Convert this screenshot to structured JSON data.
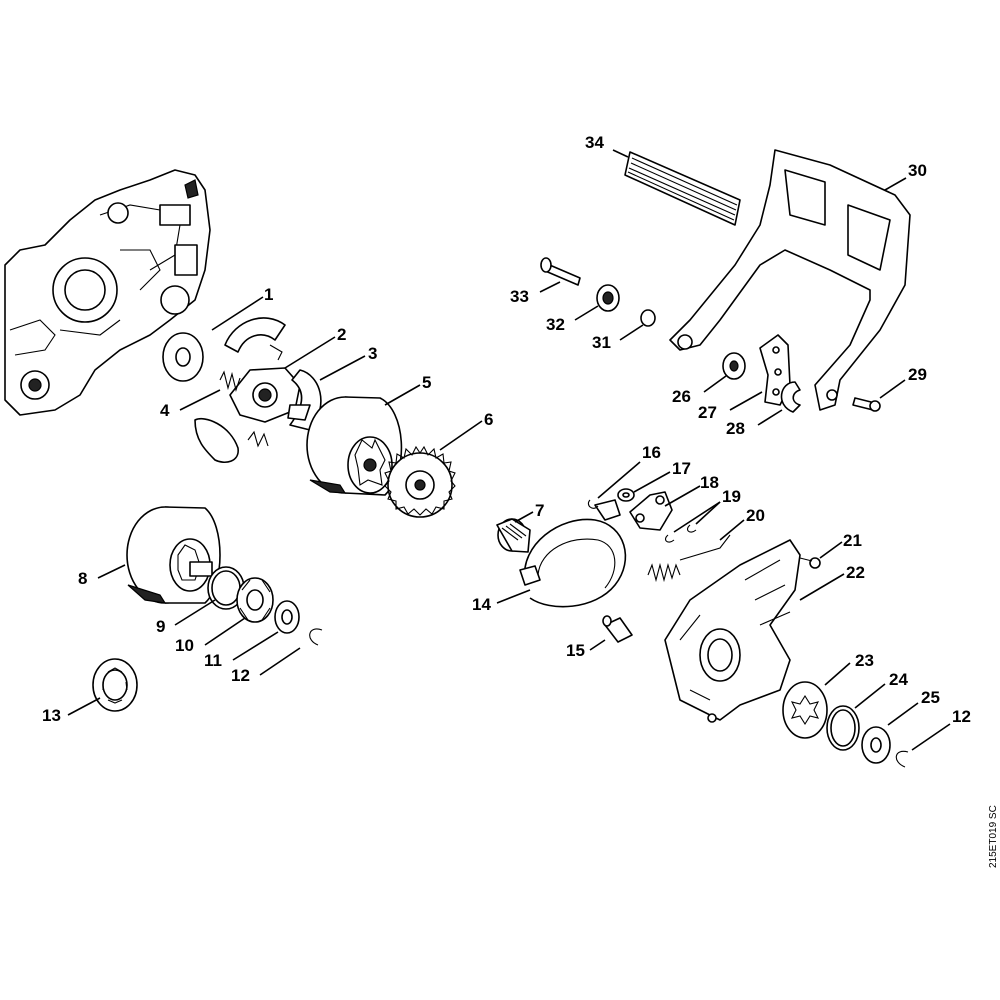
{
  "diagram": {
    "callouts": [
      {
        "id": "c1",
        "text": "1"
      },
      {
        "id": "c2",
        "text": "2"
      },
      {
        "id": "c3",
        "text": "3"
      },
      {
        "id": "c4",
        "text": "4"
      },
      {
        "id": "c5",
        "text": "5"
      },
      {
        "id": "c6",
        "text": "6"
      },
      {
        "id": "c7",
        "text": "7"
      },
      {
        "id": "c8",
        "text": "8"
      },
      {
        "id": "c9",
        "text": "9"
      },
      {
        "id": "c10",
        "text": "10"
      },
      {
        "id": "c11",
        "text": "11"
      },
      {
        "id": "c12a",
        "text": "12"
      },
      {
        "id": "c13",
        "text": "13"
      },
      {
        "id": "c14",
        "text": "14"
      },
      {
        "id": "c15",
        "text": "15"
      },
      {
        "id": "c16",
        "text": "16"
      },
      {
        "id": "c17",
        "text": "17"
      },
      {
        "id": "c18",
        "text": "18"
      },
      {
        "id": "c19",
        "text": "19"
      },
      {
        "id": "c20",
        "text": "20"
      },
      {
        "id": "c21",
        "text": "21"
      },
      {
        "id": "c22",
        "text": "22"
      },
      {
        "id": "c23",
        "text": "23"
      },
      {
        "id": "c24",
        "text": "24"
      },
      {
        "id": "c25",
        "text": "25"
      },
      {
        "id": "c12b",
        "text": "12"
      },
      {
        "id": "c26",
        "text": "26"
      },
      {
        "id": "c27",
        "text": "27"
      },
      {
        "id": "c28",
        "text": "28"
      },
      {
        "id": "c29",
        "text": "29"
      },
      {
        "id": "c30",
        "text": "30"
      },
      {
        "id": "c31",
        "text": "31"
      },
      {
        "id": "c32",
        "text": "32"
      },
      {
        "id": "c33",
        "text": "33"
      },
      {
        "id": "c34",
        "text": "34"
      }
    ],
    "reference_code": "215ET019 SC"
  }
}
